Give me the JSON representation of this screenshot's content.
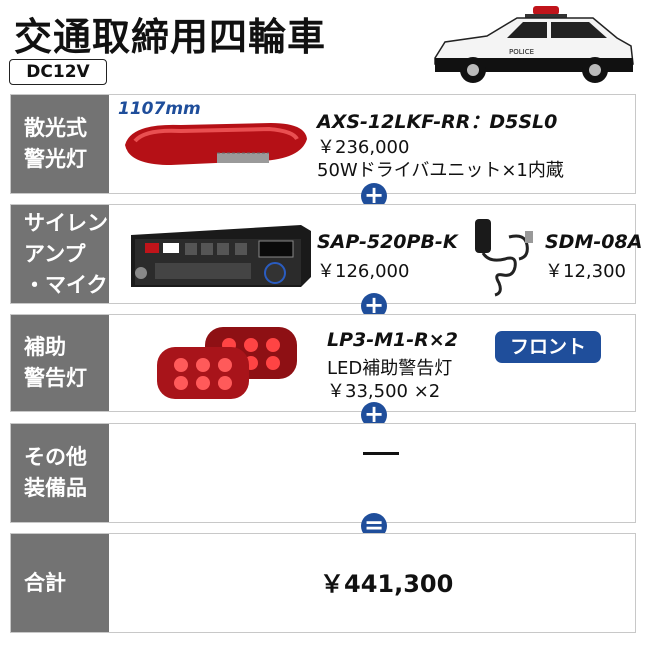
{
  "header": {
    "title": "交通取締用四輪車",
    "voltage": "DC12V",
    "car_text": "POLICE"
  },
  "rows": [
    {
      "label_lines": [
        "散光式",
        "警光灯"
      ],
      "dimension": "1107mm",
      "model": "AXS-12LKF-RR：D5SL0",
      "price": "￥236,000",
      "desc": "50Wドライバユニット×1内蔵"
    },
    {
      "label_lines": [
        "サイレン",
        "アンプ",
        "・マイク"
      ],
      "model": "SAP-520PB-K",
      "price": "￥126,000",
      "mic_model": "SDM-08A",
      "mic_price": "￥12,300"
    },
    {
      "label_lines": [
        "補助",
        "警告灯"
      ],
      "model": "LP3-M1-R×2",
      "badge": "フロント",
      "desc": "LED補助警告灯",
      "price": "￥33,500 ×2"
    },
    {
      "label_lines": [
        "その他",
        "装備品"
      ],
      "value": "—"
    },
    {
      "label_lines": [
        "合計"
      ],
      "total": "￥441,300"
    }
  ],
  "separators": [
    "+",
    "+",
    "+",
    "="
  ],
  "colors": {
    "label_bg": "#737373",
    "accent": "#1f4e9b",
    "red_light": "#c0141a"
  }
}
